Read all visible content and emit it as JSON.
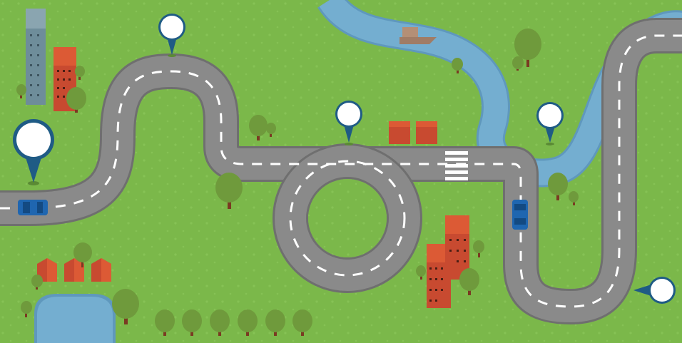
{
  "map": {
    "colors": {
      "grass": "#7bb84a",
      "grass_dots": "#86c255",
      "road": "#8a8a8a",
      "road_edge": "#6f6f6f",
      "road_markings": "#ffffff",
      "water": "#74aed0",
      "water_edge": "#5f98bd",
      "tree_foliage": "#6f9a3c",
      "tree_trunk": "#7a3a22",
      "building_red": "#c84a30",
      "building_red_roof": "#dc5a35",
      "building_blue": "#6e8d9a",
      "car_blue": "#1f66b0",
      "pin_fill": "#ffffff",
      "pin_stroke": "#1f5b85"
    },
    "icons": [
      "map-pin-icon",
      "car-icon",
      "boat-icon",
      "tree-icon",
      "building-icon",
      "house-icon"
    ],
    "pins": [
      {
        "name": "pin-large-start",
        "size": "large"
      },
      {
        "name": "pin-top-hill",
        "size": "small"
      },
      {
        "name": "pin-center",
        "size": "small"
      },
      {
        "name": "pin-river-bend",
        "size": "small"
      },
      {
        "name": "pin-end-right",
        "size": "small",
        "pointing": "left"
      }
    ],
    "vehicles": [
      {
        "name": "car-left",
        "heading": "horizontal"
      },
      {
        "name": "car-right",
        "heading": "vertical"
      }
    ]
  }
}
